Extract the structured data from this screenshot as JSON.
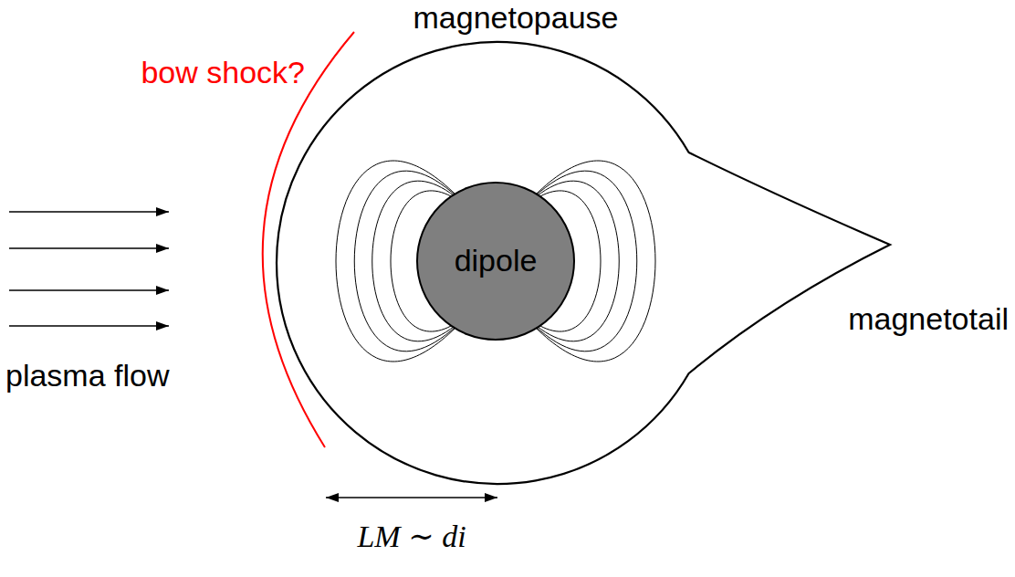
{
  "diagram": {
    "nodes": [
      {
        "text": [
          "dipole"
        ]
      }
    ],
    "labels": [
      "magnetopause",
      "bow shock?",
      "plasma flow",
      "magnetotail",
      "LM ∼ di"
    ]
  }
}
